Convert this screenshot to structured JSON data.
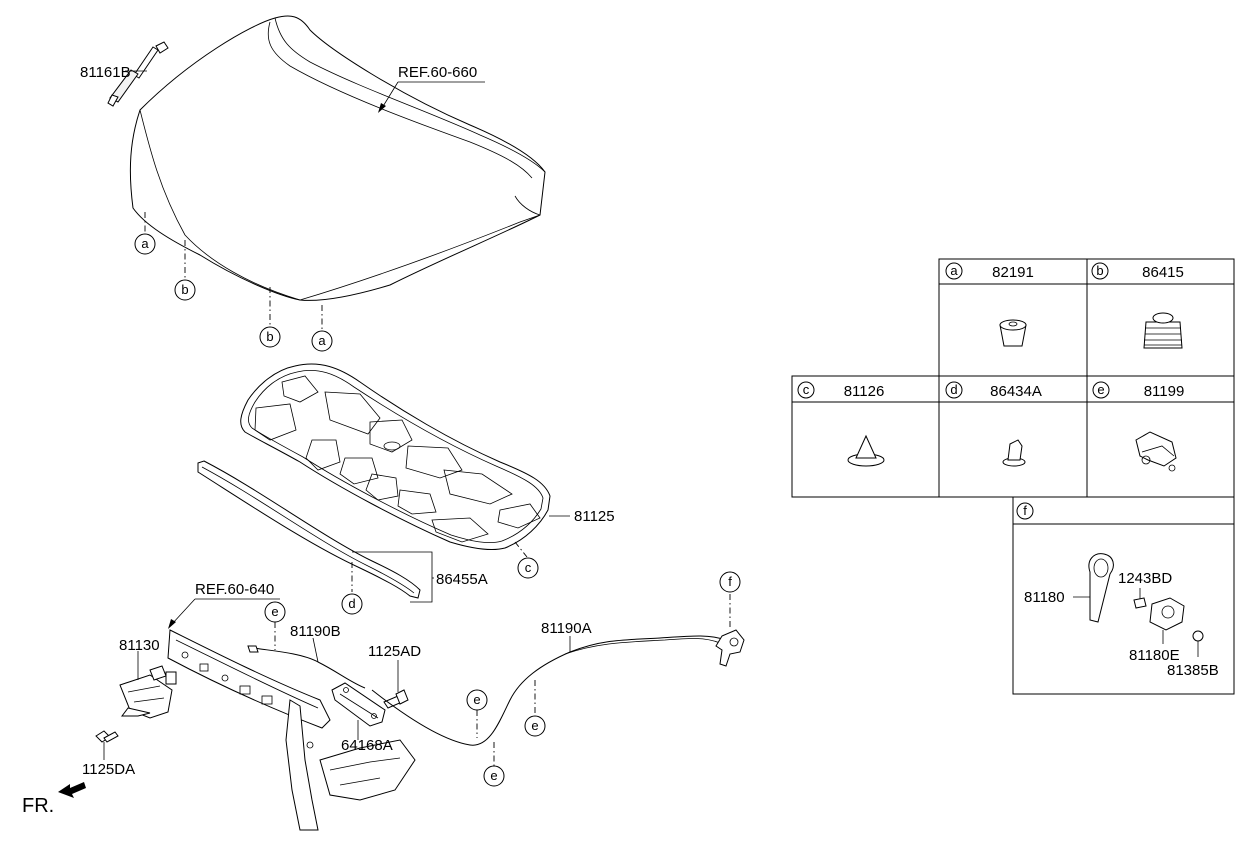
{
  "parts": {
    "gas_lifter": "81161B",
    "hood_panel_ref": "REF.60-660",
    "insulator_pad": "81125",
    "weatherstrip": "86455A",
    "fender_apron_ref": "REF.60-640",
    "hood_latch": "81130",
    "bolt_latch": "1125DA",
    "release_cable_front": "81190B",
    "bolt_bracket": "1125AD",
    "bracket": "64168A",
    "release_cable": "81190A"
  },
  "front_indicator": "FR.",
  "callouts": {
    "a": "a",
    "b": "b",
    "c": "c",
    "d": "d",
    "e": "e",
    "f": "f"
  },
  "legend": {
    "cells": [
      {
        "letter": "a",
        "part": "82191"
      },
      {
        "letter": "b",
        "part": "86415"
      },
      {
        "letter": "c",
        "part": "81126"
      },
      {
        "letter": "d",
        "part": "86434A"
      },
      {
        "letter": "e",
        "part": "81199"
      }
    ],
    "f_panel": {
      "letter": "f",
      "parts": {
        "lever": "81180",
        "screw": "1243BD",
        "handle_assy": "81180E",
        "nut": "81385B"
      }
    }
  }
}
